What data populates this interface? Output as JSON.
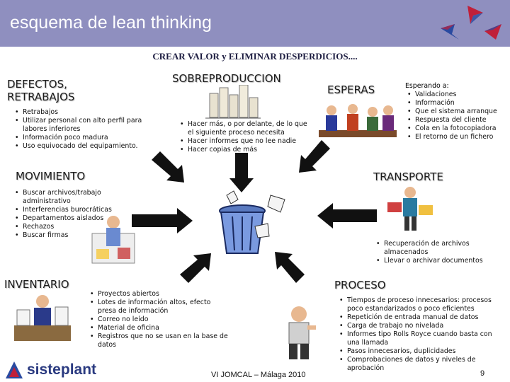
{
  "header": {
    "title": "esquema de lean thinking"
  },
  "subtitle": "CREAR VALOR y ELIMINAR DESPERDICIOS....",
  "sections": {
    "defectos": {
      "title": "DEFECTOS, RETRABAJOS",
      "items": [
        "Retrabajos",
        "Utilizar personal con alto perfil para labores inferiores",
        "Información poco madura",
        "Uso equivocado del equipamiento."
      ]
    },
    "sobreproduccion": {
      "title": "SOBREPRODUCCION",
      "items": [
        "Hacer más, o por delante, de lo que el siguiente proceso necesita",
        "Hacer informes que no lee nadie",
        "Hacer copias de más"
      ]
    },
    "esperas": {
      "title": "ESPERAS",
      "intro": "Esperando a:",
      "items": [
        "Validaciones",
        "Información",
        "Que el sistema arranque",
        "Respuesta del cliente",
        "Cola en la fotocopiadora",
        "El retorno de un fichero"
      ]
    },
    "movimiento": {
      "title": "MOVIMIENTO",
      "items": [
        "Buscar archivos/trabajo administrativo",
        "Interferencias burocráticas",
        "Departamentos aislados",
        "Rechazos",
        "Buscar firmas"
      ]
    },
    "transporte": {
      "title": "TRANSPORTE",
      "items": [
        "Recuperación de archivos almacenados",
        "Llevar o archivar documentos"
      ]
    },
    "inventario": {
      "title": "INVENTARIO",
      "items": [
        "Proyectos abiertos",
        "Lotes de información altos, efecto presa de información",
        "Correo no leído",
        "Material de oficina",
        "Registros que no se usan en la base de datos"
      ]
    },
    "proceso": {
      "title": "PROCESO",
      "items": [
        "Tiempos de proceso innecesarios: procesos poco estandarizados o poco eficientes",
        "Repetición de entrada manual de datos",
        "Carga de trabajo no nivelada",
        "Informes tipo Rolls Royce cuando basta con una llamada",
        "Pasos innecesarios, duplicidades",
        "Comprobaciones de datos y niveles de aprobación"
      ]
    }
  },
  "footer": {
    "brand": "sisteplant",
    "event": "VI JOMCAL – Málaga 2010",
    "page": "9"
  },
  "colors": {
    "header_bg": "#8f8fbf",
    "accent_red": "#c0203a",
    "accent_blue": "#2a4aa0"
  }
}
